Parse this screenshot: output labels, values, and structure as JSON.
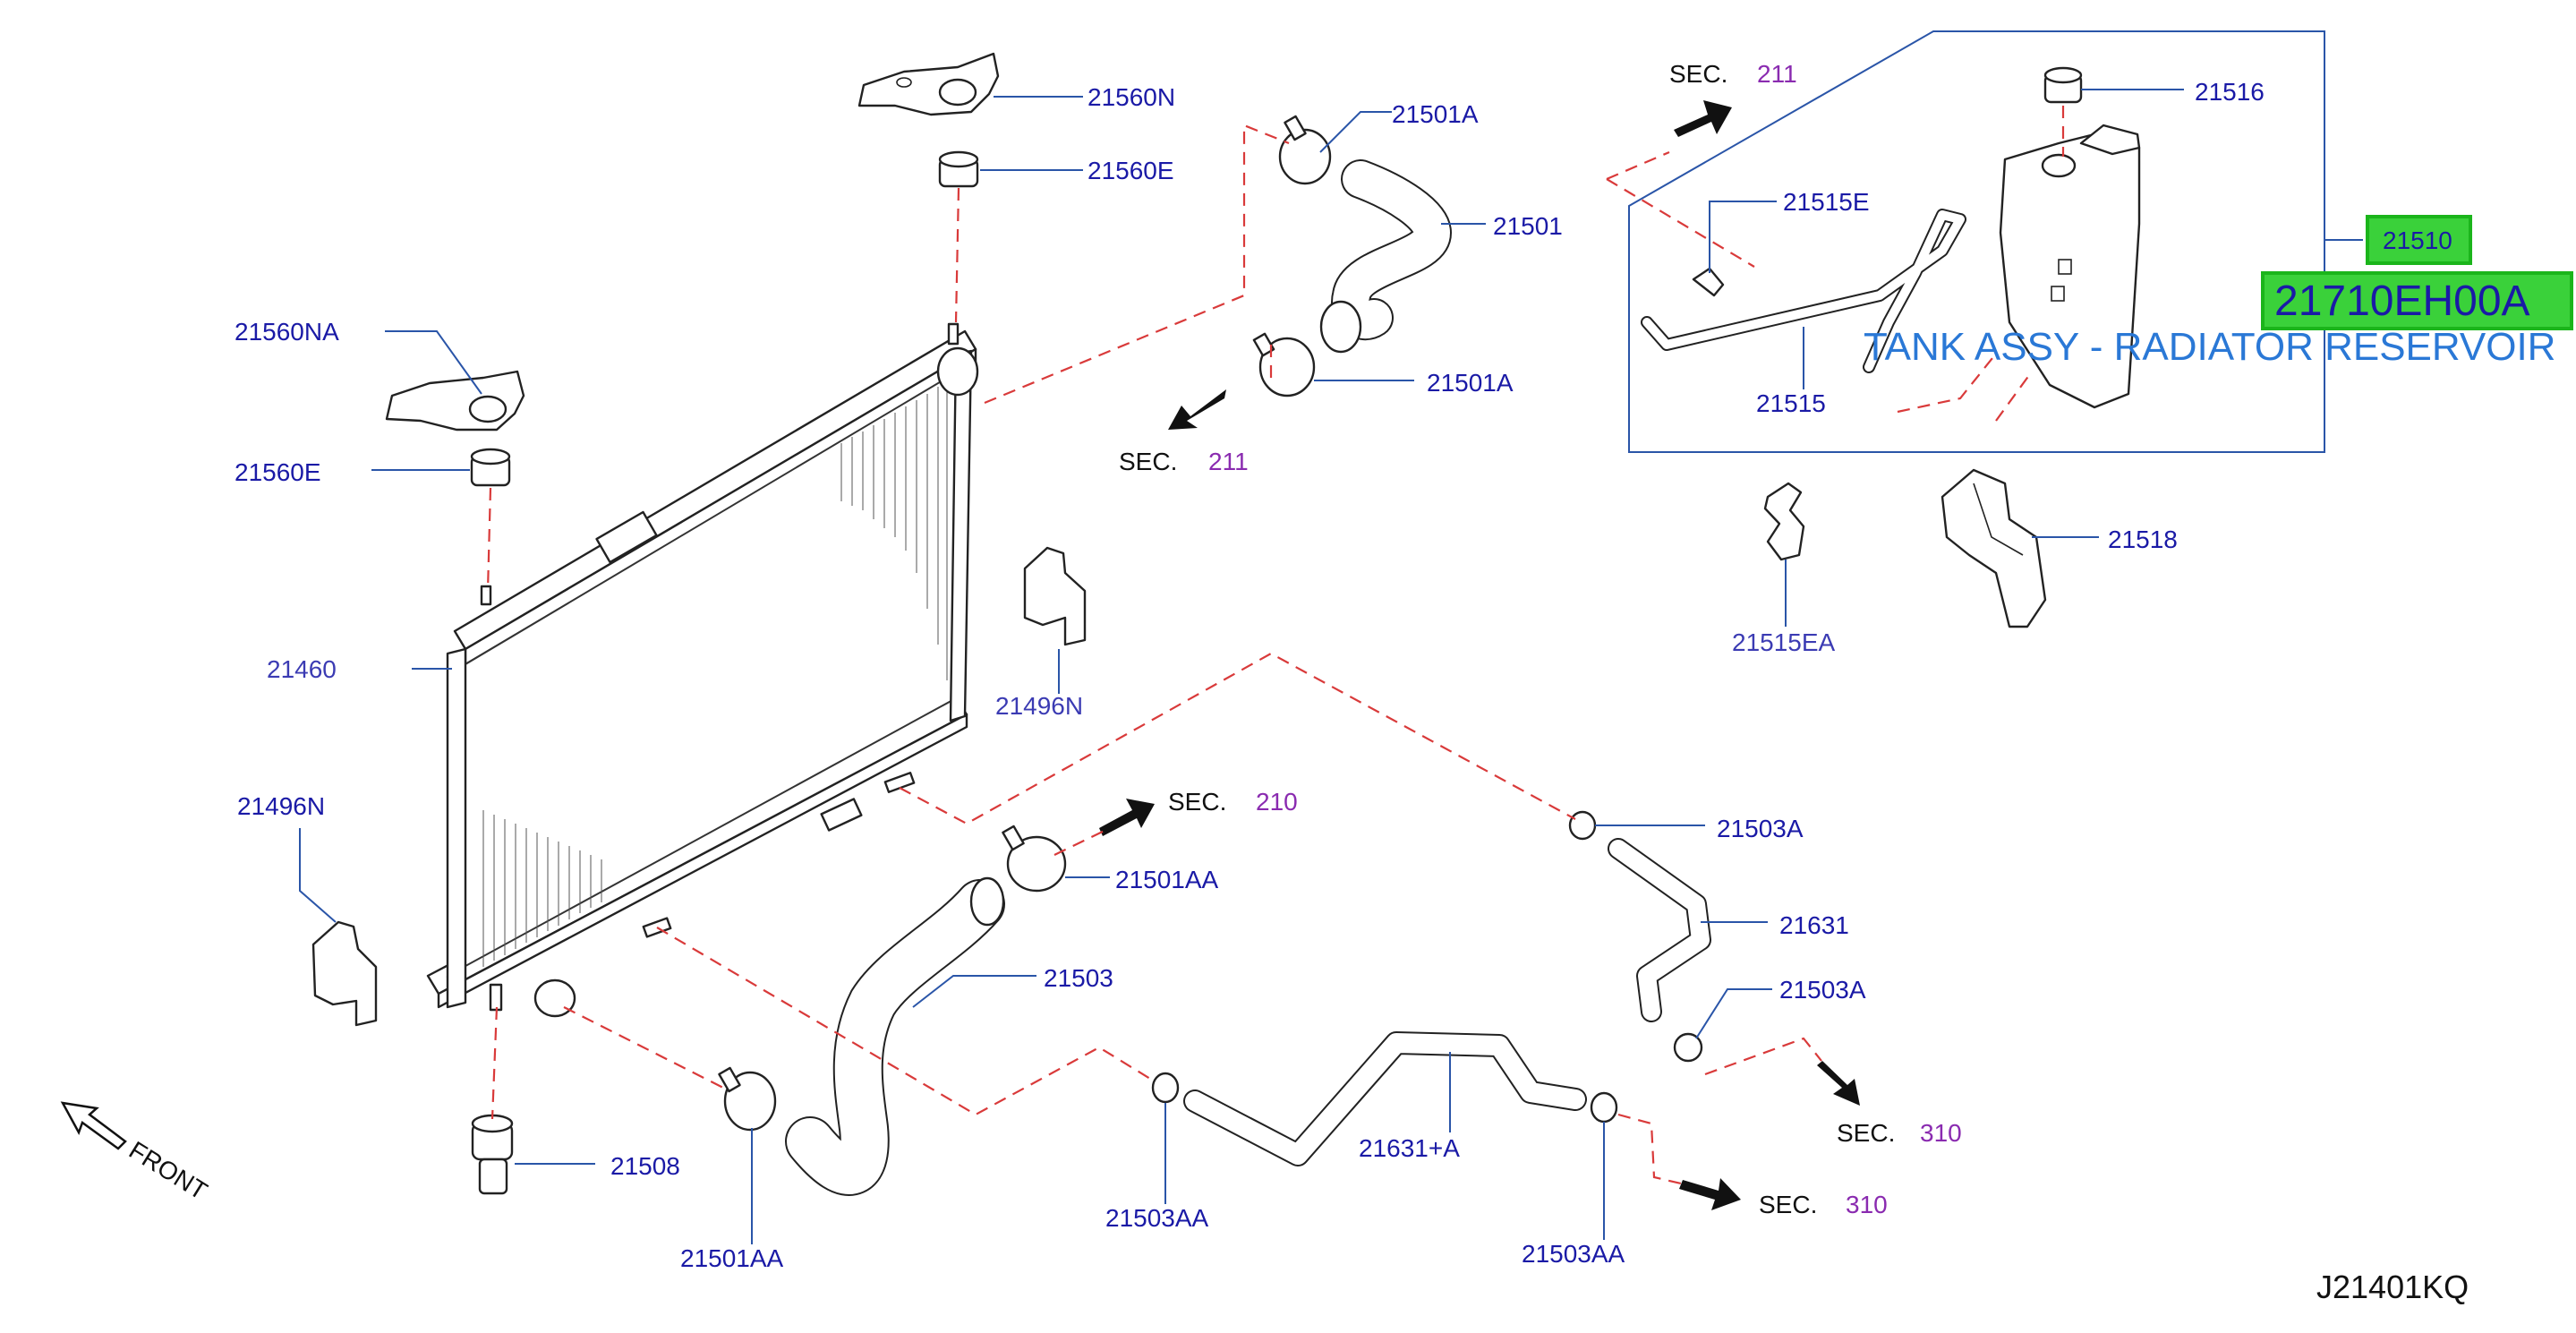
{
  "labels": {
    "p21560N": "21560N",
    "p21560E_top": "21560E",
    "p21560NA": "21560NA",
    "p21560E_left": "21560E",
    "p21460_partial": "21460",
    "p21496N": "21496N",
    "p21496N_mid_partial": "21496N",
    "p21501A_top": "21501A",
    "p21501": "21501",
    "p21501A_mid": "21501A",
    "p21501AA_mid": "21501AA",
    "p21503": "21503",
    "p21508": "21508",
    "p21501AA_bottom": "21501AA",
    "p21503AA_left": "21503AA",
    "p21631A": "21631+A",
    "p21503AA_right": "21503AA",
    "p21503A_top": "21503A",
    "p21631": "21631",
    "p21503A_bottom": "21503A",
    "p21516": "21516",
    "p21515E": "21515E",
    "p21515": "21515",
    "p21515EA": "21515EA",
    "p21518": "21518",
    "p21510": "21510"
  },
  "sections": [
    {
      "prefix": "SEC.",
      "number": "211"
    },
    {
      "prefix": "SEC.",
      "number": "211"
    },
    {
      "prefix": "SEC.",
      "number": "210"
    },
    {
      "prefix": "SEC.",
      "number": "310"
    },
    {
      "prefix": "SEC.",
      "number": "310"
    }
  ],
  "highlight": {
    "part_number": "21710EH00A",
    "description": "TANK ASSY - RADIATOR RESERVOIR"
  },
  "front_label": "FRONT",
  "diagram_code": "J21401KQ",
  "colors": {
    "part_number_text": "#1a1aa6",
    "section_number_text": "#8a2bb0",
    "leader_line": "#2a55a8",
    "dashed_line": "#d93a3a",
    "highlight_fill": "#3ad13a",
    "callout_text": "#2a78d6"
  }
}
